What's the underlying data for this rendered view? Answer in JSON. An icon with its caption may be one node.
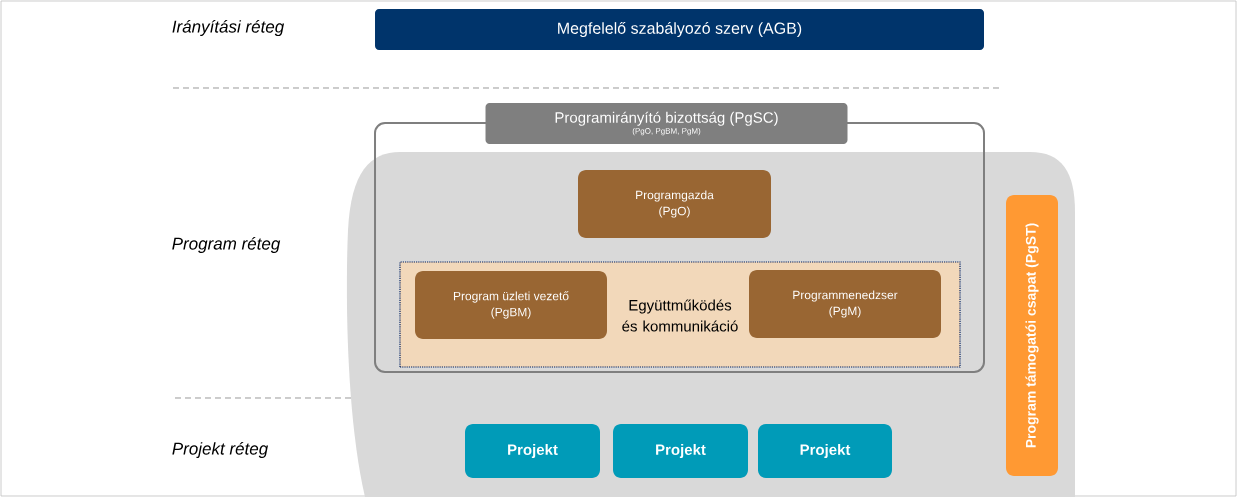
{
  "diagram": {
    "nodes": [
      {
        "text": [
          "Megfelelő szabályozó szerv (AGB)"
        ]
      },
      {
        "text": [
          "Programirányító bizottság (PgSC)",
          "(PgO, PgBM, PgM)"
        ]
      },
      {
        "text": [
          "Programgazda (PgO)"
        ],
        "in": 1
      },
      {
        "text": [
          "Együttműködés és kommunikáció"
        ],
        "in": 1
      },
      {
        "text": [
          "Program üzleti vezető (PgBM)"
        ],
        "in": 3
      },
      {
        "text": [
          "Programmenedzser (PgM)"
        ],
        "in": 3
      },
      {
        "text": [
          "Projekt"
        ]
      },
      {
        "text": [
          "Projekt"
        ]
      },
      {
        "text": [
          "Projekt"
        ]
      },
      {
        "text": [
          "Program támogatói csapat (PgST)"
        ]
      }
    ],
    "labels": [
      "Irányítási réteg",
      "Program réteg",
      "Projekt réteg"
    ]
  }
}
